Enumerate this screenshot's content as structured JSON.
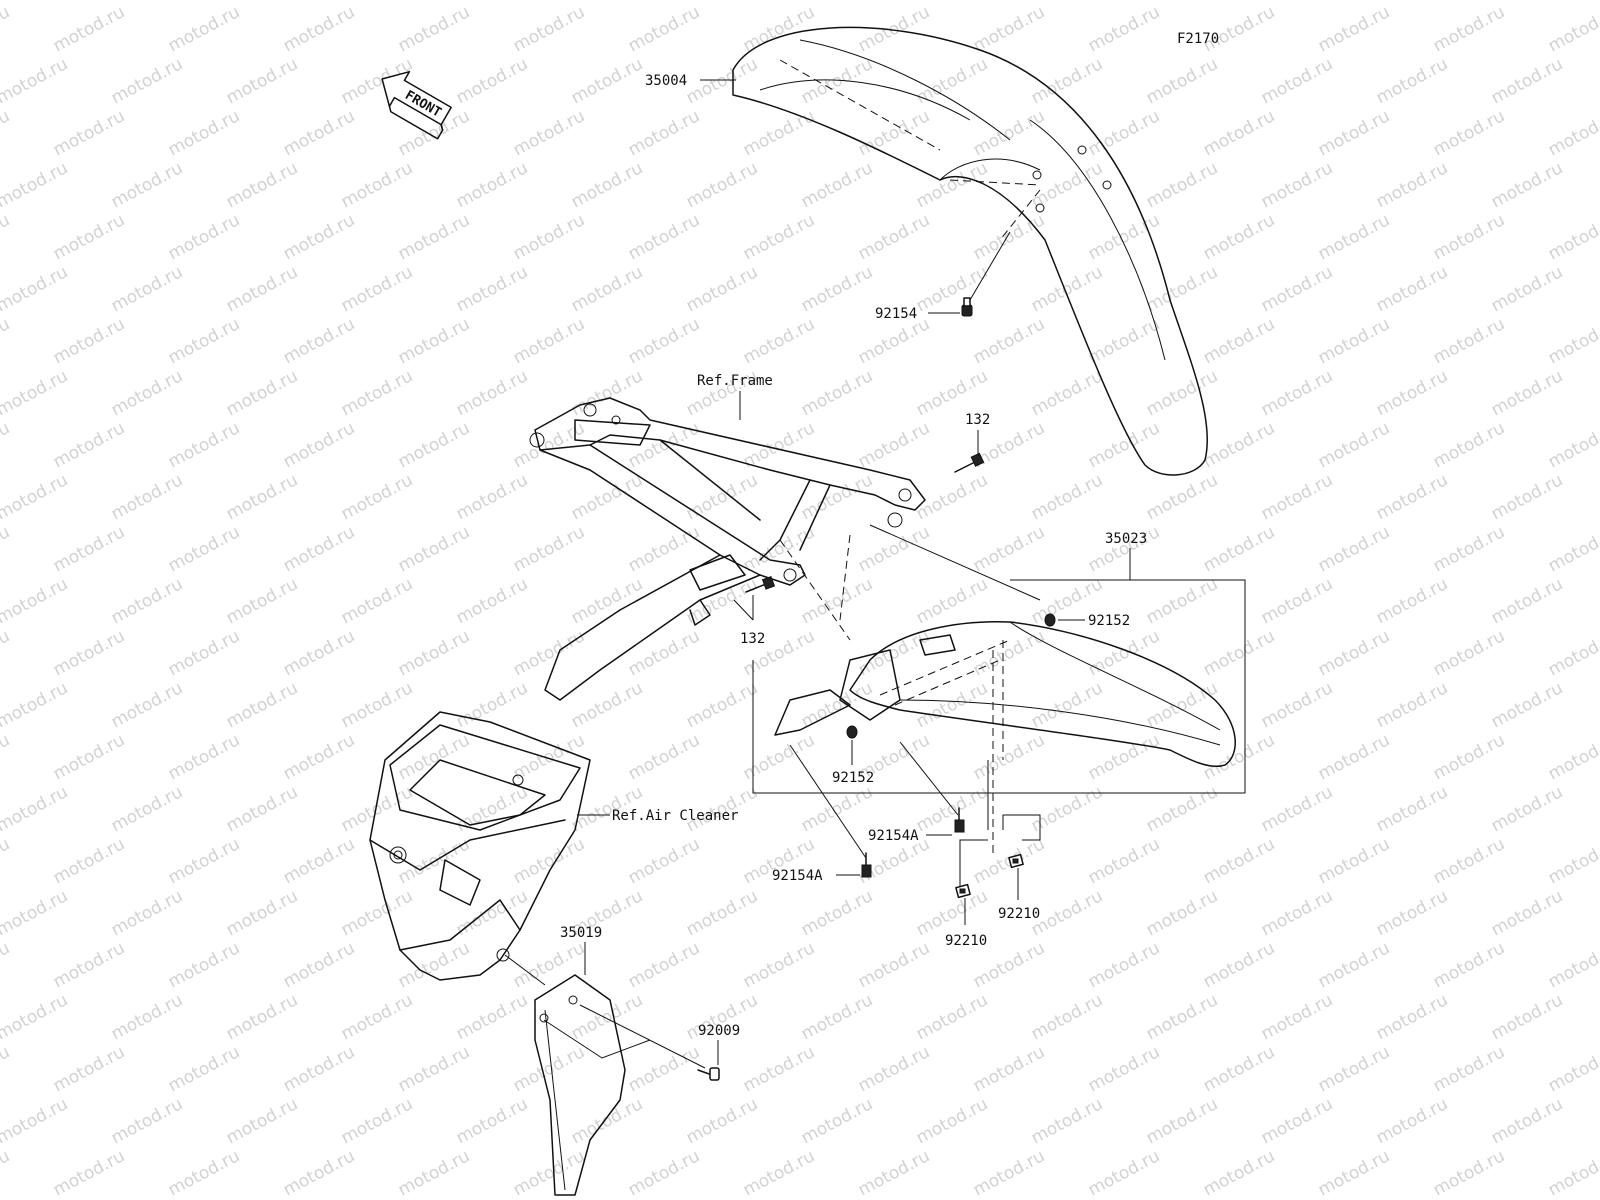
{
  "diagram_code": "F2170",
  "direction_label": "FRONT",
  "watermark": "motod.ru",
  "labels": {
    "front_fender": "35004",
    "front_fender_bolt": "92154",
    "frame_ref": "Ref.Frame",
    "bolt_132_upper": "132",
    "bolt_132_lower": "132",
    "rear_fender": "35023",
    "collar_92152_right": "92152",
    "collar_92152_left": "92152",
    "bolt_92154a_upper": "92154A",
    "bolt_92154a_lower": "92154A",
    "nut_92210_right": "92210",
    "nut_92210_left": "92210",
    "air_cleaner_ref": "Ref.Air Cleaner",
    "mud_flap": "35019",
    "mud_flap_bolt": "92009"
  }
}
